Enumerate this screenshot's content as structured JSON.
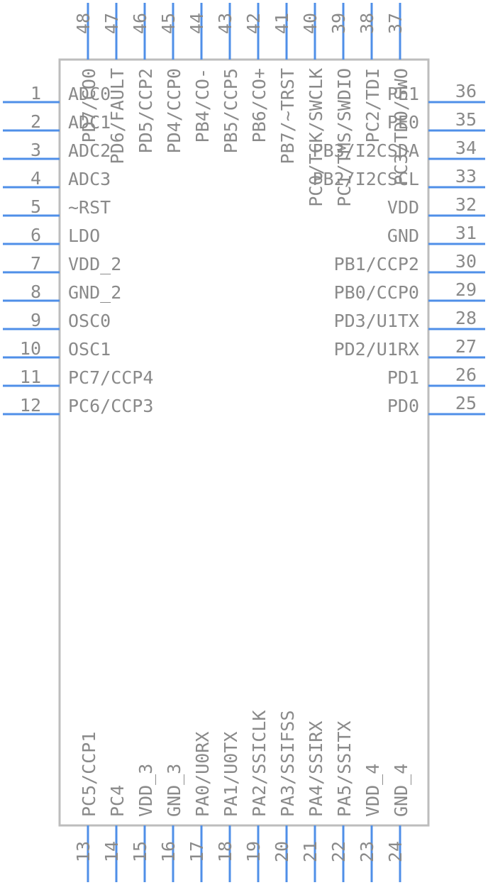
{
  "colors": {
    "pin": "#4f8fe8",
    "body": "#bdbdbd",
    "text": "#8a8a8a"
  },
  "pins": {
    "left": [
      {
        "num": "1",
        "name": "ADC0"
      },
      {
        "num": "2",
        "name": "ADC1"
      },
      {
        "num": "3",
        "name": "ADC2"
      },
      {
        "num": "4",
        "name": "ADC3"
      },
      {
        "num": "5",
        "name": "~RST"
      },
      {
        "num": "6",
        "name": "LDO"
      },
      {
        "num": "7",
        "name": "VDD_2"
      },
      {
        "num": "8",
        "name": "GND_2"
      },
      {
        "num": "9",
        "name": "OSC0"
      },
      {
        "num": "10",
        "name": "OSC1"
      },
      {
        "num": "11",
        "name": "PC7/CCP4"
      },
      {
        "num": "12",
        "name": "PC6/CCP3"
      }
    ],
    "right": [
      {
        "num": "36",
        "name": "PE1"
      },
      {
        "num": "35",
        "name": "PE0"
      },
      {
        "num": "34",
        "name": "PB3/I2CSDA"
      },
      {
        "num": "33",
        "name": "PB2/I2CSCL"
      },
      {
        "num": "32",
        "name": "VDD"
      },
      {
        "num": "31",
        "name": "GND"
      },
      {
        "num": "30",
        "name": "PB1/CCP2"
      },
      {
        "num": "29",
        "name": "PB0/CCP0"
      },
      {
        "num": "28",
        "name": "PD3/U1TX"
      },
      {
        "num": "27",
        "name": "PD2/U1RX"
      },
      {
        "num": "26",
        "name": "PD1"
      },
      {
        "num": "25",
        "name": "PD0"
      }
    ],
    "top": [
      {
        "num": "48",
        "name": "PD7/CO0"
      },
      {
        "num": "47",
        "name": "PD6/FAULT"
      },
      {
        "num": "46",
        "name": "PD5/CCP2"
      },
      {
        "num": "45",
        "name": "PD4/CCP0"
      },
      {
        "num": "44",
        "name": "PB4/CO-"
      },
      {
        "num": "43",
        "name": "PB5/CCP5"
      },
      {
        "num": "42",
        "name": "PB6/CO+"
      },
      {
        "num": "41",
        "name": "PB7/~TRST"
      },
      {
        "num": "40",
        "name": "PC0/TCK/SWCLK"
      },
      {
        "num": "39",
        "name": "PC1/TMS/SWDIO"
      },
      {
        "num": "38",
        "name": "PC2/TDI"
      },
      {
        "num": "37",
        "name": "PC3/TDO/SWO"
      }
    ],
    "bottom": [
      {
        "num": "13",
        "name": "PC5/CCP1"
      },
      {
        "num": "14",
        "name": "PC4"
      },
      {
        "num": "15",
        "name": "VDD_3"
      },
      {
        "num": "16",
        "name": "GND_3"
      },
      {
        "num": "17",
        "name": "PA0/U0RX"
      },
      {
        "num": "18",
        "name": "PA1/U0TX"
      },
      {
        "num": "19",
        "name": "PA2/SSICLK"
      },
      {
        "num": "20",
        "name": "PA3/SSIFSS"
      },
      {
        "num": "21",
        "name": "PA4/SSIRX"
      },
      {
        "num": "22",
        "name": "PA5/SSITX"
      },
      {
        "num": "23",
        "name": "VDD_4"
      },
      {
        "num": "24",
        "name": "GND_4"
      }
    ]
  }
}
